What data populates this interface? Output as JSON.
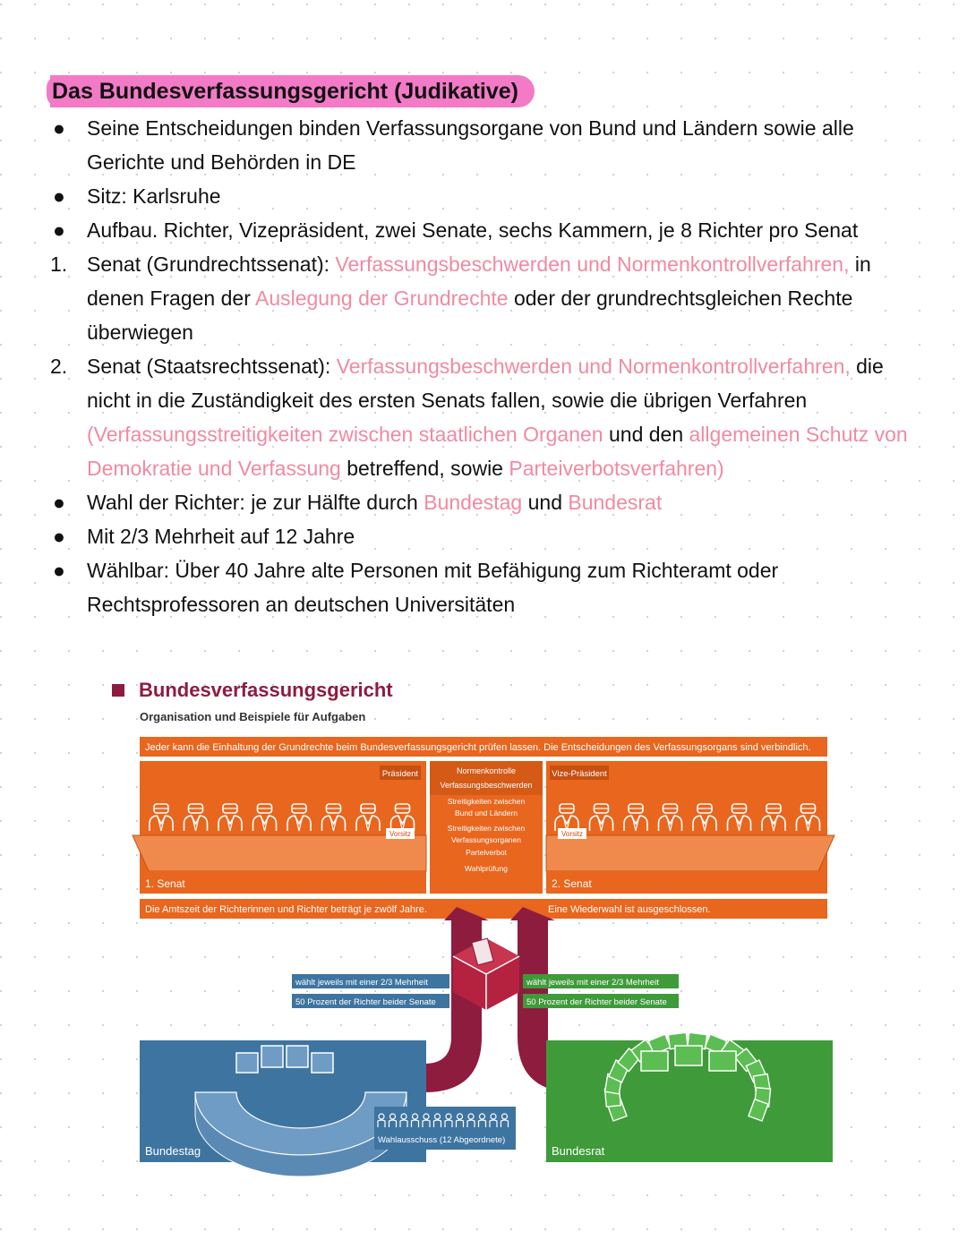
{
  "heading": "Das Bundesverfassungsgericht (Judikative)",
  "items": [
    {
      "marker": "●",
      "segments": [
        {
          "text": "Seine Entscheidungen binden Verfassungsorgane von Bund und Ländern sowie alle Gerichte und Behörden in DE"
        }
      ]
    },
    {
      "marker": "●",
      "segments": [
        {
          "text": "Sitz: Karlsruhe"
        }
      ]
    },
    {
      "marker": "●",
      "segments": [
        {
          "text": "Aufbau. Richter, Vizepräsident, zwei Senate, sechs Kammern, je 8 Richter pro Senat"
        }
      ]
    },
    {
      "marker": "1.",
      "segments": [
        {
          "text": "Senat (Grundrechtssenat): "
        },
        {
          "text": "Verfassungsbeschwerden und Normenkontrollverfahren,",
          "hl": true
        },
        {
          "text": " in denen Fragen der "
        },
        {
          "text": "Auslegung der Grundrechte",
          "hl": true
        },
        {
          "text": " oder der grundrechtsgleichen Rechte überwiegen"
        }
      ]
    },
    {
      "marker": "2.",
      "segments": [
        {
          "text": "Senat (Staatsrechtssenat): "
        },
        {
          "text": "Verfassungsbeschwerden und Normenkontrollverfahren,",
          "hl": true
        },
        {
          "text": " die nicht in die Zuständigkeit des ersten Senats fallen, sowie die übrigen Verfahren "
        },
        {
          "text": "(Verfassungsstreitigkeiten zwischen staatlichen Organen",
          "hl": true
        },
        {
          "text": " und den "
        },
        {
          "text": "allgemeinen Schutz von Demokratie und Verfassung",
          "hl": true
        },
        {
          "text": " betreffend, sowie "
        },
        {
          "text": "Parteiverbotsverfahren)",
          "hl": true
        }
      ]
    },
    {
      "marker": "●",
      "segments": [
        {
          "text": "Wahl der Richter: je zur Hälfte durch "
        },
        {
          "text": "Bundestag",
          "hl": true
        },
        {
          "text": " und "
        },
        {
          "text": "Bundesrat",
          "hl": true
        }
      ]
    },
    {
      "marker": "●",
      "segments": [
        {
          "text": "Mit 2/3 Mehrheit auf 12 Jahre"
        }
      ]
    },
    {
      "marker": "●",
      "segments": [
        {
          "text": "Wählbar: Über 40 Jahre alte Personen mit Befähigung zum Richteramt oder Rechtsprofessoren an deutschen Universitäten"
        }
      ]
    }
  ],
  "figure": {
    "title": "Bundesverfassungsgericht",
    "subtitle": "Organisation und Beispiele für Aufgaben",
    "top_banner": "Jeder kann die Einhaltung der Grundrechte beim Bundesverfassungsgericht prüfen lassen. Die Entscheidungen des Verfassungsorgans sind verbindlich.",
    "praesident": "Präsident",
    "vize_praesident": "Vize-Präsident",
    "vorsitz": "Vorsitz",
    "center_top_1": "Normenkontrolle",
    "center_top_2": "Verfassungsbeschwerden",
    "center_items": [
      "Streitigkeiten zwischen",
      "Bund und Ländern",
      "Streitigkeiten zwischen",
      "Verfassungsorganen",
      "Parteiverbot",
      "Wahlprüfung"
    ],
    "senat_1": "1. Senat",
    "senat_2": "2. Senat",
    "amtszeit": "Die Amtszeit der Richterinnen und Richter beträgt je zwölf Jahre.",
    "wiederwahl": "Eine Wiederwahl ist ausgeschlossen.",
    "waehlt": "wählt jeweils mit einer 2/3 Mehrheit",
    "prozent": "50 Prozent der Richter beider Senate",
    "bundestag": "Bundestag",
    "bundesrat": "Bundesrat",
    "wahlausschuss": "Wahlausschuss (12 Abgeordnete)",
    "colors": {
      "orange": "#e8661e",
      "orange_dark": "#c65012",
      "burgundy": "#8e1c3f",
      "blue": "#3e74a0",
      "green": "#3f9a3a"
    }
  }
}
